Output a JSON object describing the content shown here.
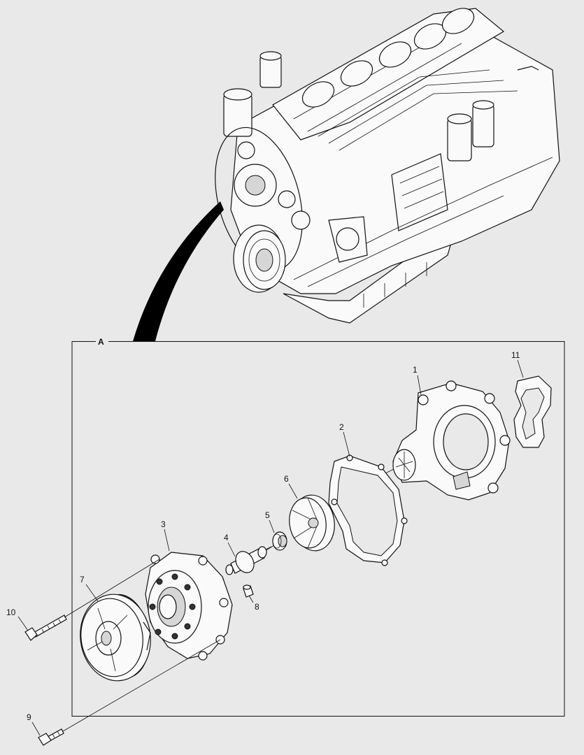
{
  "view_label": "A",
  "callouts": {
    "p1": "1",
    "p2": "2",
    "p3": "3",
    "p4": "4",
    "p5": "5",
    "p6": "6",
    "p7": "7",
    "p8": "8",
    "p9": "9",
    "p10": "10",
    "p11": "11"
  },
  "colors": {
    "background": "#e9e9e9",
    "line": "#111111",
    "pointer": "#000000",
    "part_fill": "#fafafa"
  }
}
